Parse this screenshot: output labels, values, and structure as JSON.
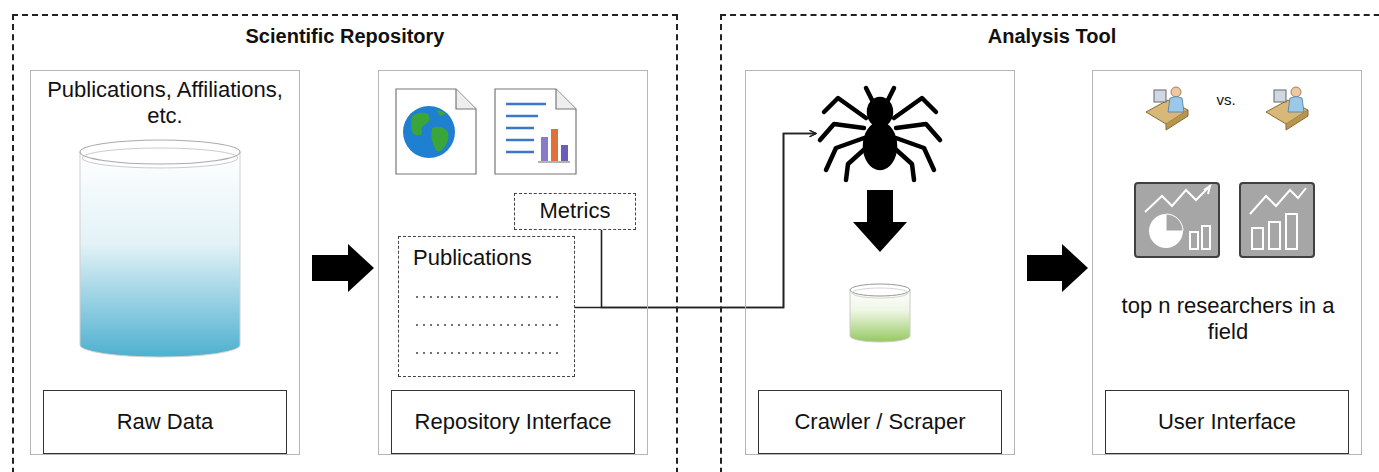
{
  "diagram": {
    "nodes": [
      {
        "text": [
          "Scientific Repository"
        ]
      },
      {
        "text": [
          "Publications, Affiliations, etc.",
          "Raw Data"
        ],
        "in": 0
      },
      {
        "text": [
          "Repository Interface"
        ],
        "in": 0
      },
      {
        "text": [
          "Metrics"
        ],
        "in": 2
      },
      {
        "text": [
          "Publications"
        ],
        "in": 2
      },
      {
        "text": [
          "Analysis Tool"
        ]
      },
      {
        "text": [
          "Crawler / Scraper"
        ],
        "in": 5
      },
      {
        "text": [
          "vs.",
          "top n researchers in a field",
          "User Interface"
        ],
        "in": 5
      }
    ],
    "edges": [
      {
        "from": 1,
        "to": 2,
        "arrow": "to"
      },
      {
        "from": 3,
        "to": 6,
        "arrow": "to"
      },
      {
        "from": 4,
        "to": 6,
        "arrow": "to"
      },
      {
        "from": 6,
        "to": 7,
        "arrow": "to"
      }
    ]
  }
}
